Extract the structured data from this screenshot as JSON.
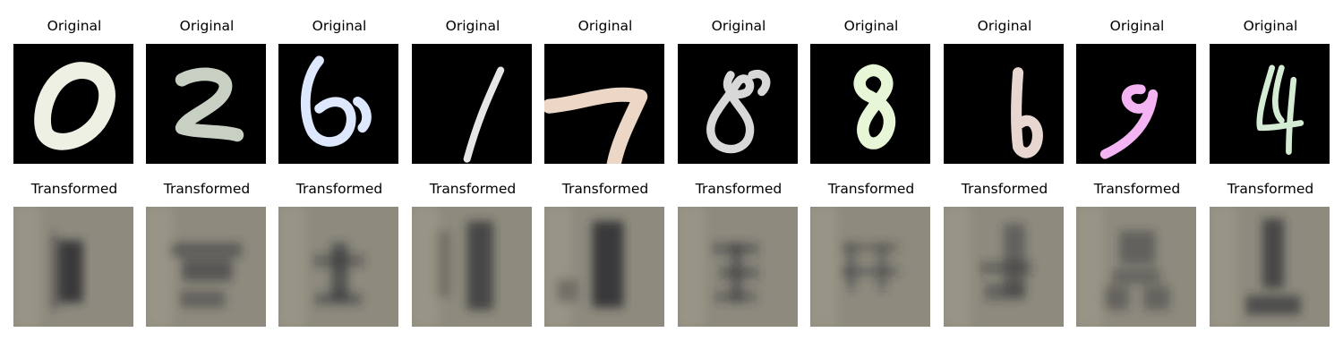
{
  "figure": {
    "row_titles": {
      "original": "Original",
      "transformed": "Transformed"
    },
    "panels": [
      {
        "digit": "0",
        "stroke_color": "#eef0e4"
      },
      {
        "digit": "2",
        "stroke_color": "#c8d0c4"
      },
      {
        "digit": "6",
        "stroke_color": "#dde8ff"
      },
      {
        "digit": "1",
        "stroke_color": "#e6e6e6"
      },
      {
        "digit": "7",
        "stroke_color": "#ecd6c6"
      },
      {
        "digit": "8",
        "stroke_color": "#d8d8d8"
      },
      {
        "digit": "8",
        "stroke_color": "#e6f6d6"
      },
      {
        "digit": "6",
        "stroke_color": "#e8d6d0"
      },
      {
        "digit": "9",
        "stroke_color": "#f4b4f4"
      },
      {
        "digit": "4",
        "stroke_color": "#d4ecd4"
      }
    ],
    "colors": {
      "original_background": "#000000",
      "transformed_background": "#8e8b7e",
      "transformed_dark": "#2a2b30"
    }
  }
}
